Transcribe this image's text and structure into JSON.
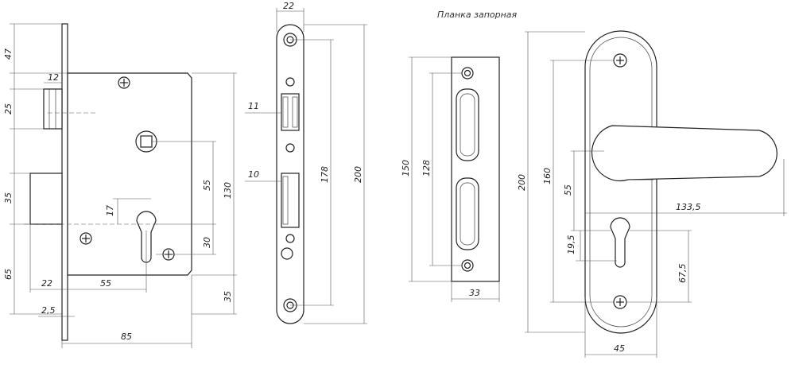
{
  "caption_strike_plate": "Планка запорная",
  "lock_body": {
    "d47": "47",
    "d12": "12",
    "d25": "25",
    "d35": "35",
    "d17": "17",
    "d65": "65",
    "d22": "22",
    "d55_bottom": "55",
    "d2_5": "2,5",
    "d85": "85",
    "d55_right": "55",
    "d130": "130",
    "d30": "30",
    "d35_right": "35"
  },
  "faceplate": {
    "d22": "22",
    "d11": "11",
    "d10": "10",
    "d178": "178",
    "d200": "200"
  },
  "strike_plate": {
    "d150": "150",
    "d128": "128",
    "d33": "33"
  },
  "handle": {
    "d200": "200",
    "d160": "160",
    "d55": "55",
    "d133_5": "133,5",
    "d19_5": "19,5",
    "d67_5": "67,5",
    "d45": "45"
  }
}
